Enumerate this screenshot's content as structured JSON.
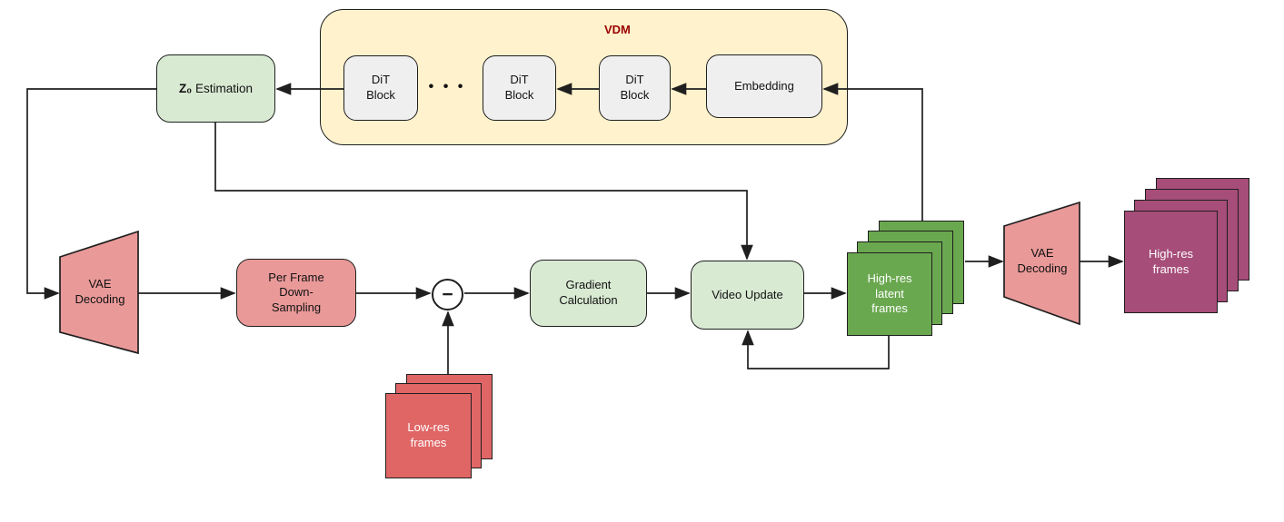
{
  "colors": {
    "canvas_bg": "#ffffff",
    "line_color": "#1f1f1f",
    "vdm_fill": "#fff2cc",
    "vdm_title_color": "#990000",
    "block_fill": "#efefef",
    "green_fill": "#d9ead3",
    "salmon_fill": "#ea9999",
    "green_frame": "#6aa84f",
    "red_frame": "#e06666",
    "purple_frame": "#a64d79"
  },
  "vdm": {
    "title": "VDM",
    "ellipsis": "• • •",
    "blocks": [
      {
        "label": "DiT\nBlock"
      },
      {
        "label": "DiT\nBlock"
      },
      {
        "label": "DiT\nBlock"
      },
      {
        "label": "Embedding"
      }
    ]
  },
  "nodes": {
    "z0": {
      "bold": "Z₀",
      "rest": " Estimation"
    },
    "vae_decoding_left": {
      "label": "VAE\nDecoding"
    },
    "per_frame": {
      "label": "Per Frame\nDown-\nSampling"
    },
    "subtract": {
      "symbol": "−"
    },
    "gradient": {
      "label": "Gradient\nCalculation"
    },
    "video_update": {
      "label": "Video Update"
    },
    "high_res_latent": {
      "label": "High-res\nlatent\nframes"
    },
    "vae_decoding_right": {
      "label": "VAE\nDecoding"
    },
    "high_res": {
      "label": "High-res\nframes"
    },
    "low_res": {
      "label": "Low-res\nframes"
    }
  }
}
